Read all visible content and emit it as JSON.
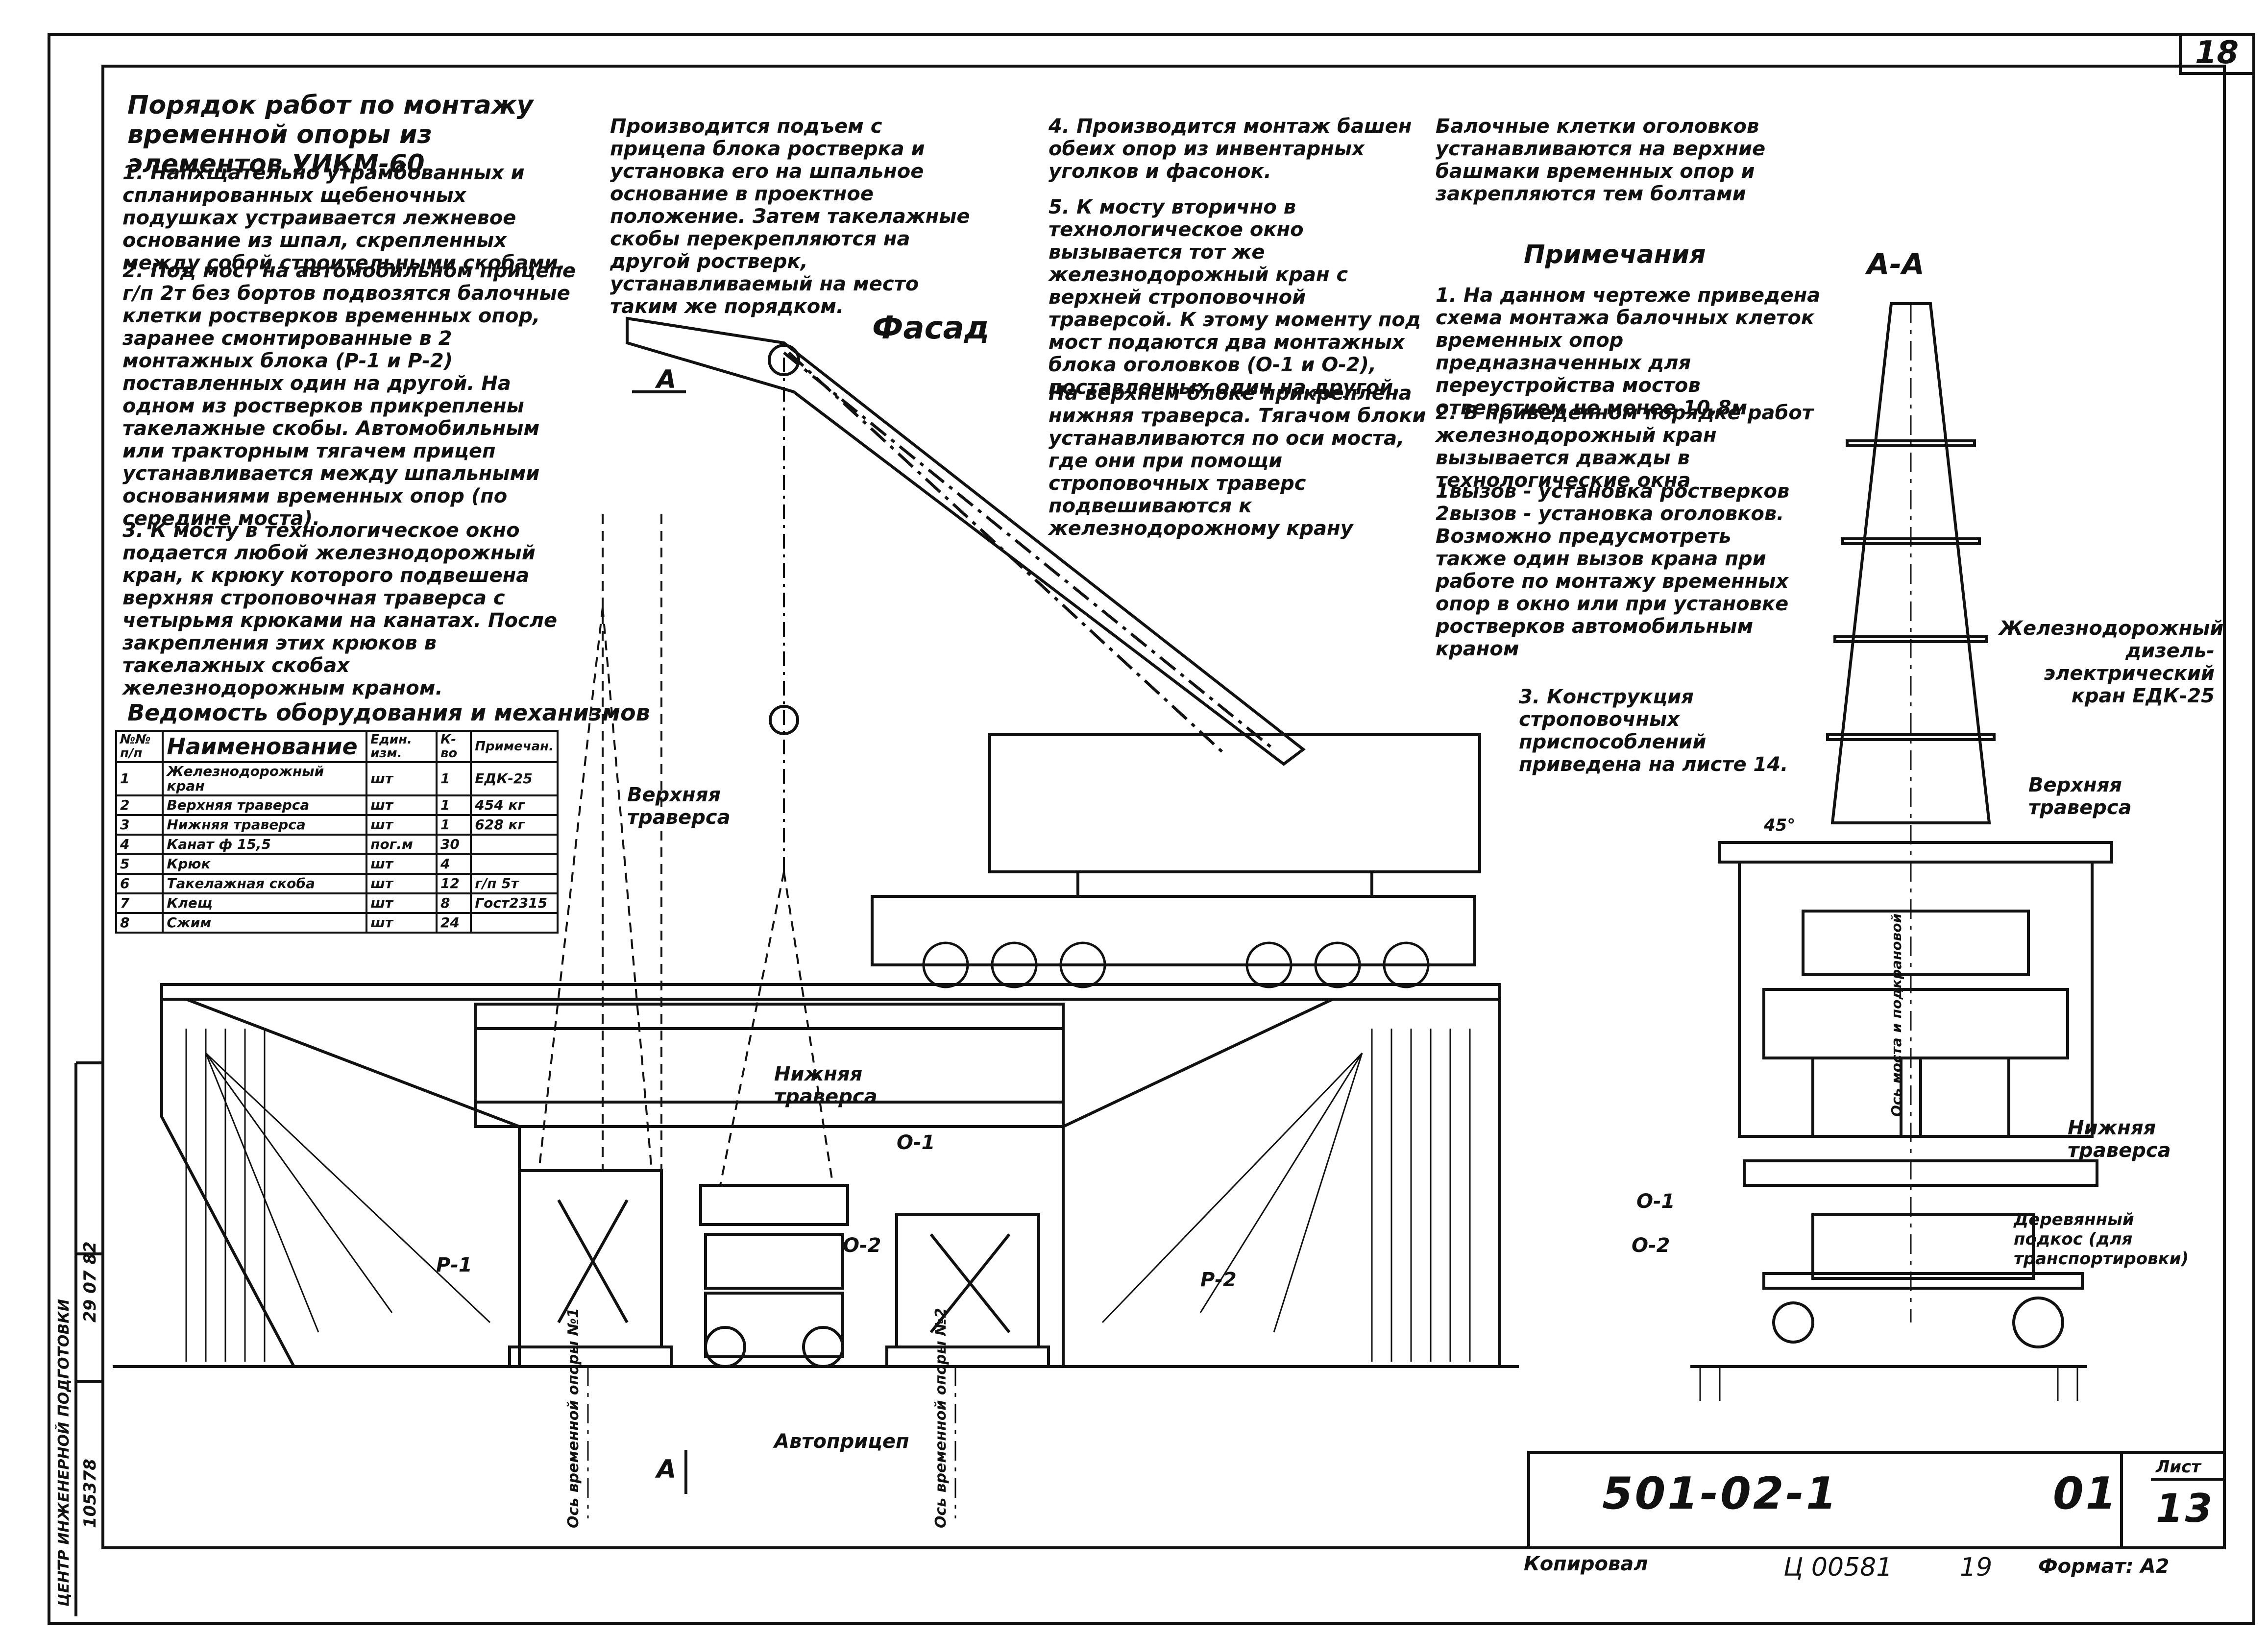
{
  "sheet_number_corner": "18",
  "left_column": {
    "title": "Порядок работ по монтажу\nвременной опоры из элементов УИКМ-60",
    "para1": "1. Напхщательно утрамбованных и спланированных щебеночных подушках устраивается лежневое основание из шпал, скрепленных между собой строительными скобами.",
    "para2": "2. Под мост на автомобильном прицепе г/п 2т без бортов подвозятся балочные клетки ростверков временных опор, заранее смонтированные в 2 монтажных блока (Р-1 и Р-2) поставленных один на другой. На одном из ростверков прикреплены такелажные скобы. Автомобильным или тракторным тягачем прицеп устанавливается между шпальными основаниями временных опор (по середине моста).",
    "para3": "3. К мосту в технологическое окно подается любой железнодорожный кран, к крюку которого подвешена верхняя строповочная траверса с четырьмя крюками на канатах. После закрепления этих крюков в такелажных скобах железнодорожным краном."
  },
  "middle_column": {
    "para": "Производится подъем с прицепа блока ростверка и установка его на шпальное основание в проектное положение. Затем такелажные скобы перекрепляются на другой ростверк, устанавливаемый на место таким же порядком."
  },
  "right_mid_column": {
    "para4": "4. Производится монтаж башен обеих опор из инвентарных уголков и фасонок.",
    "para5": "5. К мосту вторично в технологическое окно вызывается тот же железнодорожный кран с верхней строповочной траверсой. К этому моменту под мост подаются два монтажных блока оголовков (О-1 и О-2), поставленных один на другой.",
    "para6": "На верхнем блоке прикреплена нижняя траверса. Тягачом блоки устанавливаются по оси моста, где они при помощи строповочных траверс подвешиваются к железнодорожному крану"
  },
  "right_column": {
    "para_top": "Балочные клетки оголовков устанавливаются на верхние башмаки временных опор и закрепляются тем болтами",
    "notes_title": "Примечания",
    "note1": "1. На данном чертеже приведена схема монтажа балочных клеток временных опор предназначенных для переустройства мостов отверстием не менее 10,8м",
    "note2": "2. В приведенном порядке работ железнодорожный кран вызывается дважды в технологические окна",
    "note2b": "1вызов - установка ростверков  2вызов - установка оголовков. Возможно предусмотреть также один вызов крана при работе по монтажу временных опор в окно или при установке ростверков автомобильным краном",
    "note3": "3. Конструкция строповочных приспособлений приведена на листе 14."
  },
  "equipment_table": {
    "title": "Ведомость оборудования и механизмов",
    "headers": [
      "№№ п/п",
      "Наименование",
      "Един. изм.",
      "К-во",
      "Примечан."
    ],
    "rows": [
      [
        "1",
        "Железнодорожный кран",
        "шт",
        "1",
        "ЕДК-25"
      ],
      [
        "2",
        "Верхняя траверса",
        "шт",
        "1",
        "454 кг"
      ],
      [
        "3",
        "Нижняя траверса",
        "шт",
        "1",
        "628 кг"
      ],
      [
        "4",
        "Канат ф 15,5",
        "пог.м",
        "30",
        ""
      ],
      [
        "5",
        "Крюк",
        "шт",
        "4",
        ""
      ],
      [
        "6",
        "Такелажная скоба",
        "шт",
        "12",
        "г/п 5т"
      ],
      [
        "7",
        "Клещ",
        "шт",
        "8",
        "Гост2315"
      ],
      [
        "8",
        "Сжим",
        "шт",
        "24",
        ""
      ]
    ]
  },
  "drawing_labels": {
    "facade": "Фасад",
    "section_mark": "А",
    "section_title": "А-А",
    "upper_traverse": "Верхняя траверса",
    "lower_traverse": "Нижняя траверса",
    "o1": "О-1",
    "o2": "О-2",
    "p1": "Р-1",
    "p2": "Р-2",
    "trailer": "Автоприцеп",
    "axis_support1": "Ось временной опоры №1",
    "axis_support2": "Ось временной опоры №2",
    "axis_bridge": "Ось моста и подкрановой",
    "crane_label": "Железнодорожный дизель-электрический кран ЕДК-25",
    "upper_traverse_aa": "Верхняя траверса",
    "lower_traverse_aa": "Нижняя траверса",
    "wood_pad": "Деревянный подкос (для транспортировки)",
    "o1_aa": "О-1",
    "o2_aa": "О-2",
    "angle": "45°"
  },
  "title_block": {
    "doc_code": "501-02-1",
    "sheet_code": "01",
    "sheet_label": "Лист",
    "sheet_no": "13",
    "copied": "Копировал",
    "inventory": "Ц 00581",
    "num19": "19",
    "format": "Формат: А2"
  },
  "side_stamp": {
    "line1": "ЦЕНТР ИНЖЕНЕРНОЙ ПОДГОТОВКИ",
    "line2": "105378",
    "line3": "29 07 82"
  }
}
